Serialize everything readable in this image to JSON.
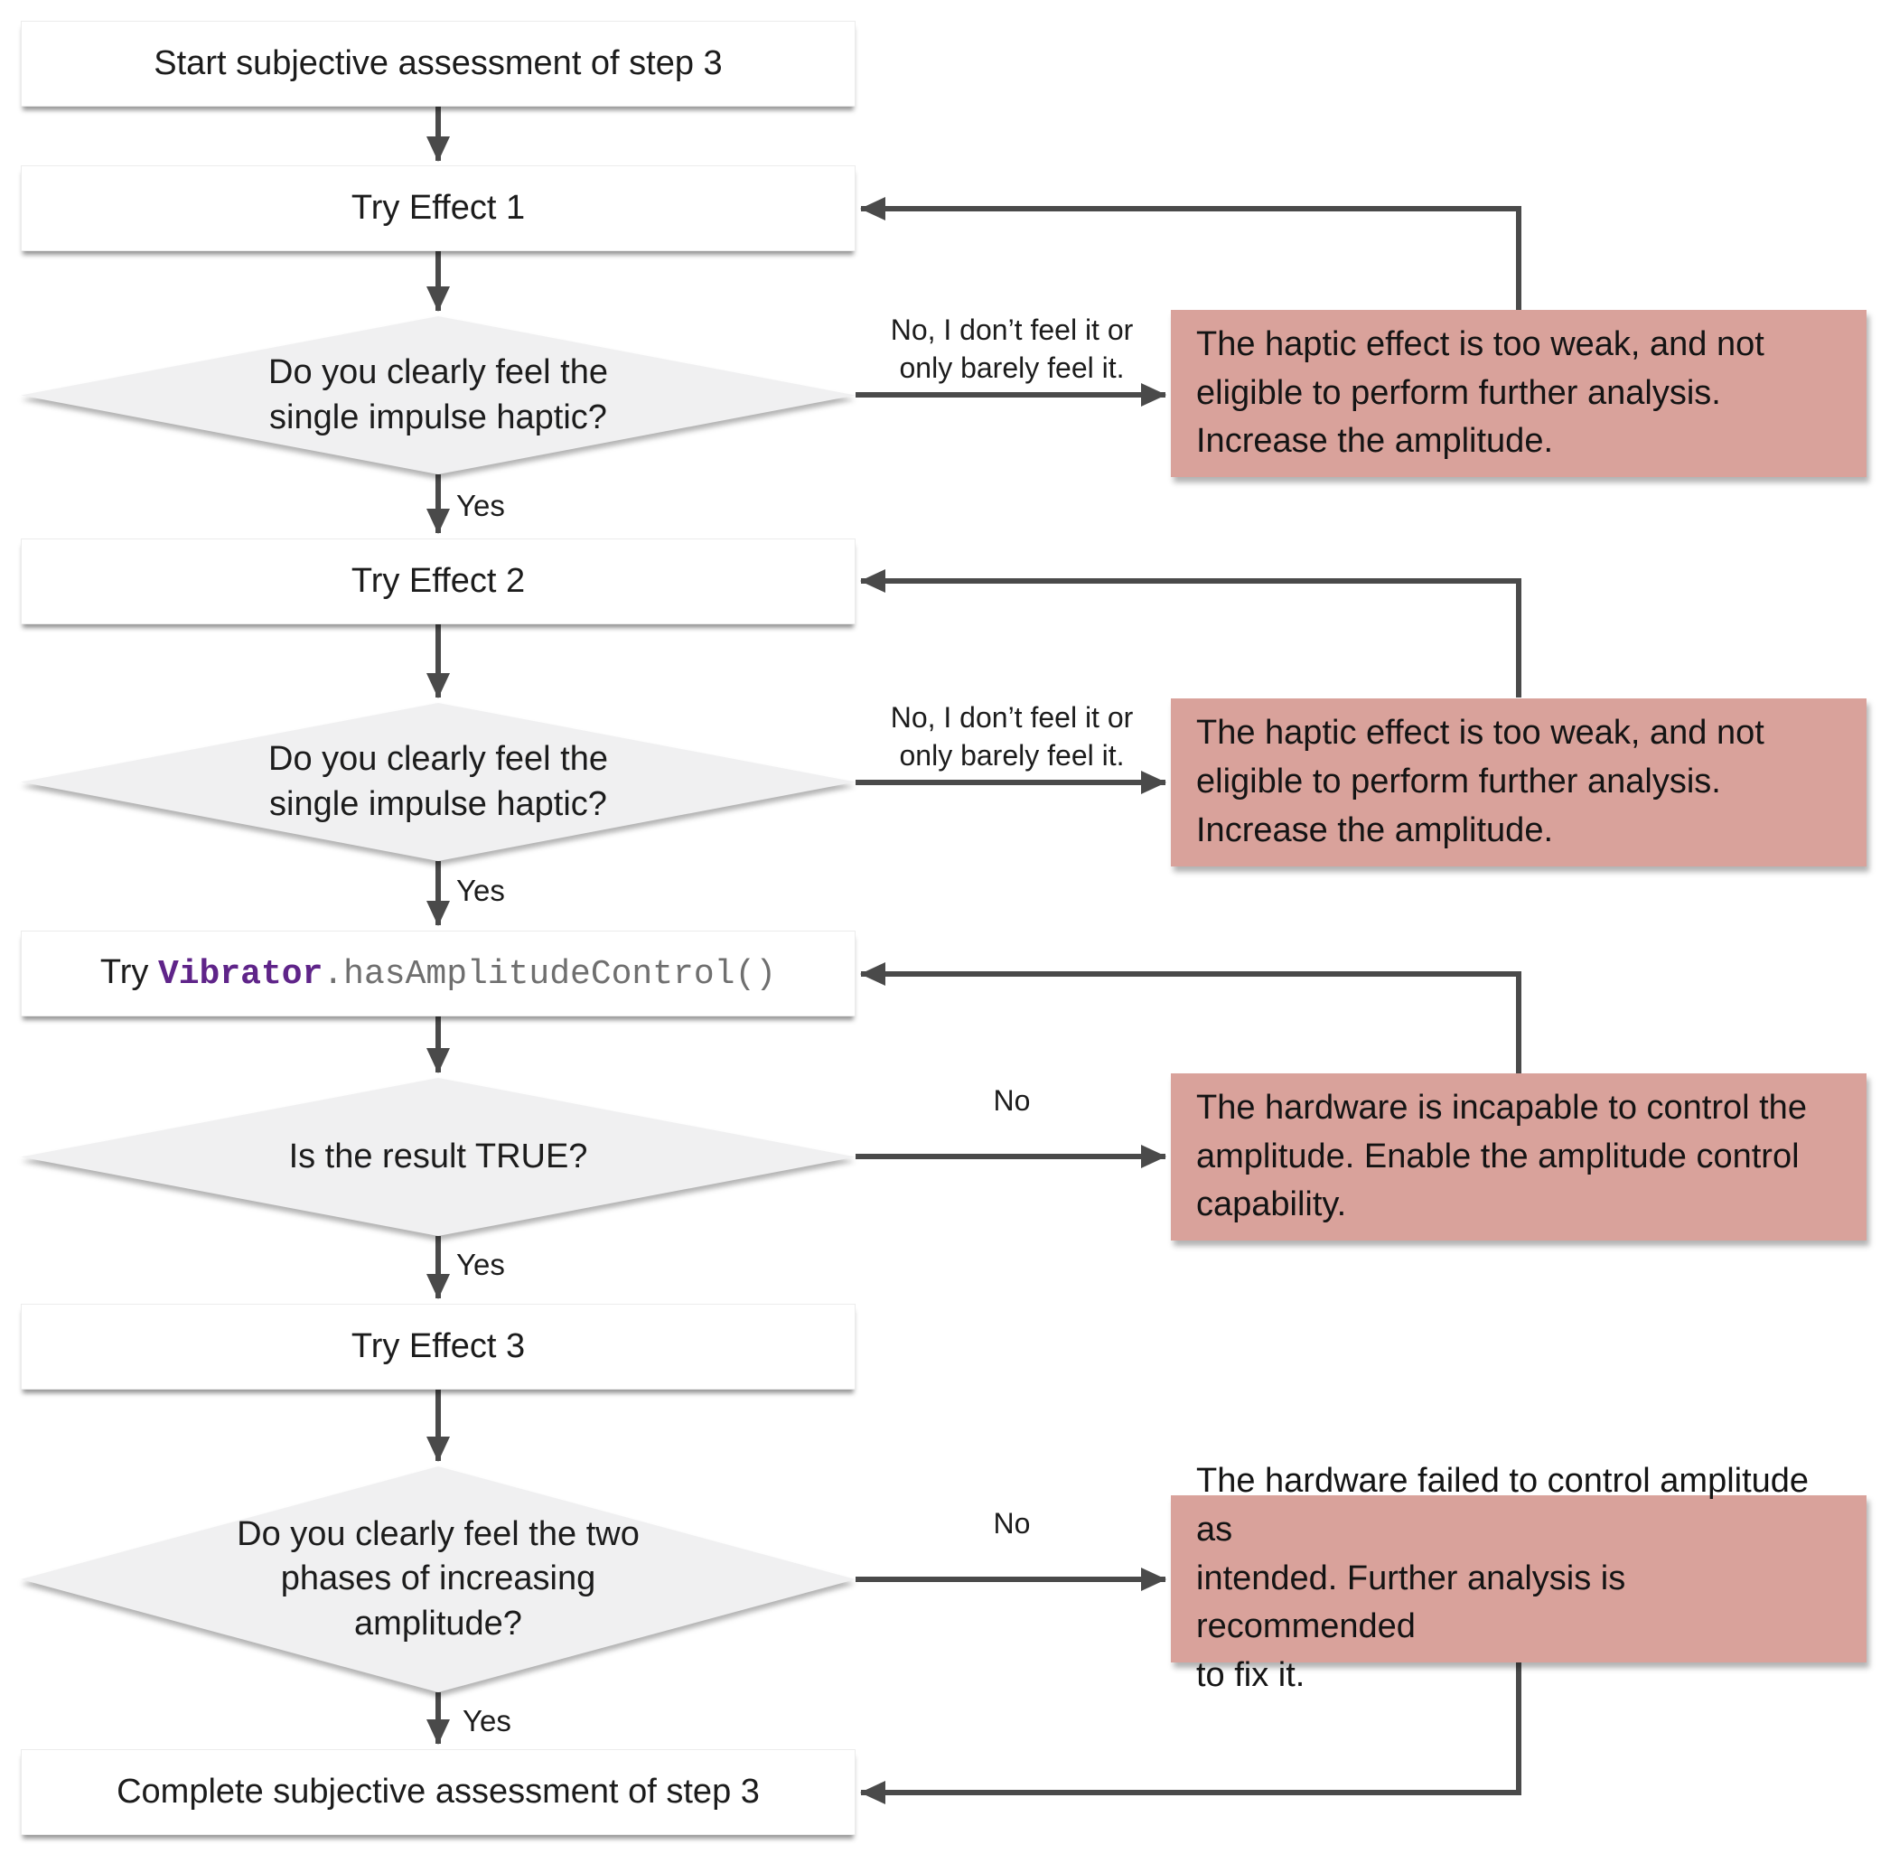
{
  "diagram_title": "Subjective assessment flow of step 3",
  "colors": {
    "process_fill": "#ffffff",
    "decision_fill": "#f0f0f1",
    "error_fill": "#d9a29b",
    "connector": "#4a4a4a",
    "text": "#1c1c1c",
    "code_class_purple": "#5f2489",
    "code_method_gray": "#6f6f6f"
  },
  "nodes": {
    "start": {
      "label": "Start subjective assessment of step 3"
    },
    "try_effect_1": {
      "label": "Try Effect 1"
    },
    "decision_1": {
      "label": "Do you clearly feel the\nsingle impulse haptic?"
    },
    "try_effect_2": {
      "label": "Try Effect 2"
    },
    "decision_2": {
      "label": "Do you clearly feel the\nsingle impulse haptic?"
    },
    "try_api": {
      "prefix": "Try ",
      "class_name": "Vibrator",
      "method": ".hasAmplitudeControl()"
    },
    "decision_3": {
      "label": "Is the result TRUE?"
    },
    "try_effect_3": {
      "label": "Try Effect 3"
    },
    "decision_4": {
      "label": "Do you clearly feel the two\nphases of increasing\namplitude?"
    },
    "complete": {
      "label": "Complete subjective assessment of step 3"
    },
    "error_1": {
      "label": "The haptic effect is too weak, and not\neligible to perform further analysis.\nIncrease the amplitude."
    },
    "error_2": {
      "label": "The haptic effect is too weak, and not\neligible to perform further analysis.\nIncrease the amplitude."
    },
    "error_3": {
      "label": "The hardware is incapable to control the\namplitude. Enable the amplitude control\ncapability."
    },
    "error_4": {
      "label": "The hardware failed to control amplitude as\nintended. Further analysis is recommended\nto fix it."
    }
  },
  "edge_labels": {
    "no_feel_1": "No, I don’t feel it or\nonly barely feel it.",
    "no_feel_2": "No, I don’t feel it or\nonly barely feel it.",
    "no_3": "No",
    "no_4": "No",
    "yes_1": "Yes",
    "yes_2": "Yes",
    "yes_3": "Yes",
    "yes_4": "Yes"
  }
}
